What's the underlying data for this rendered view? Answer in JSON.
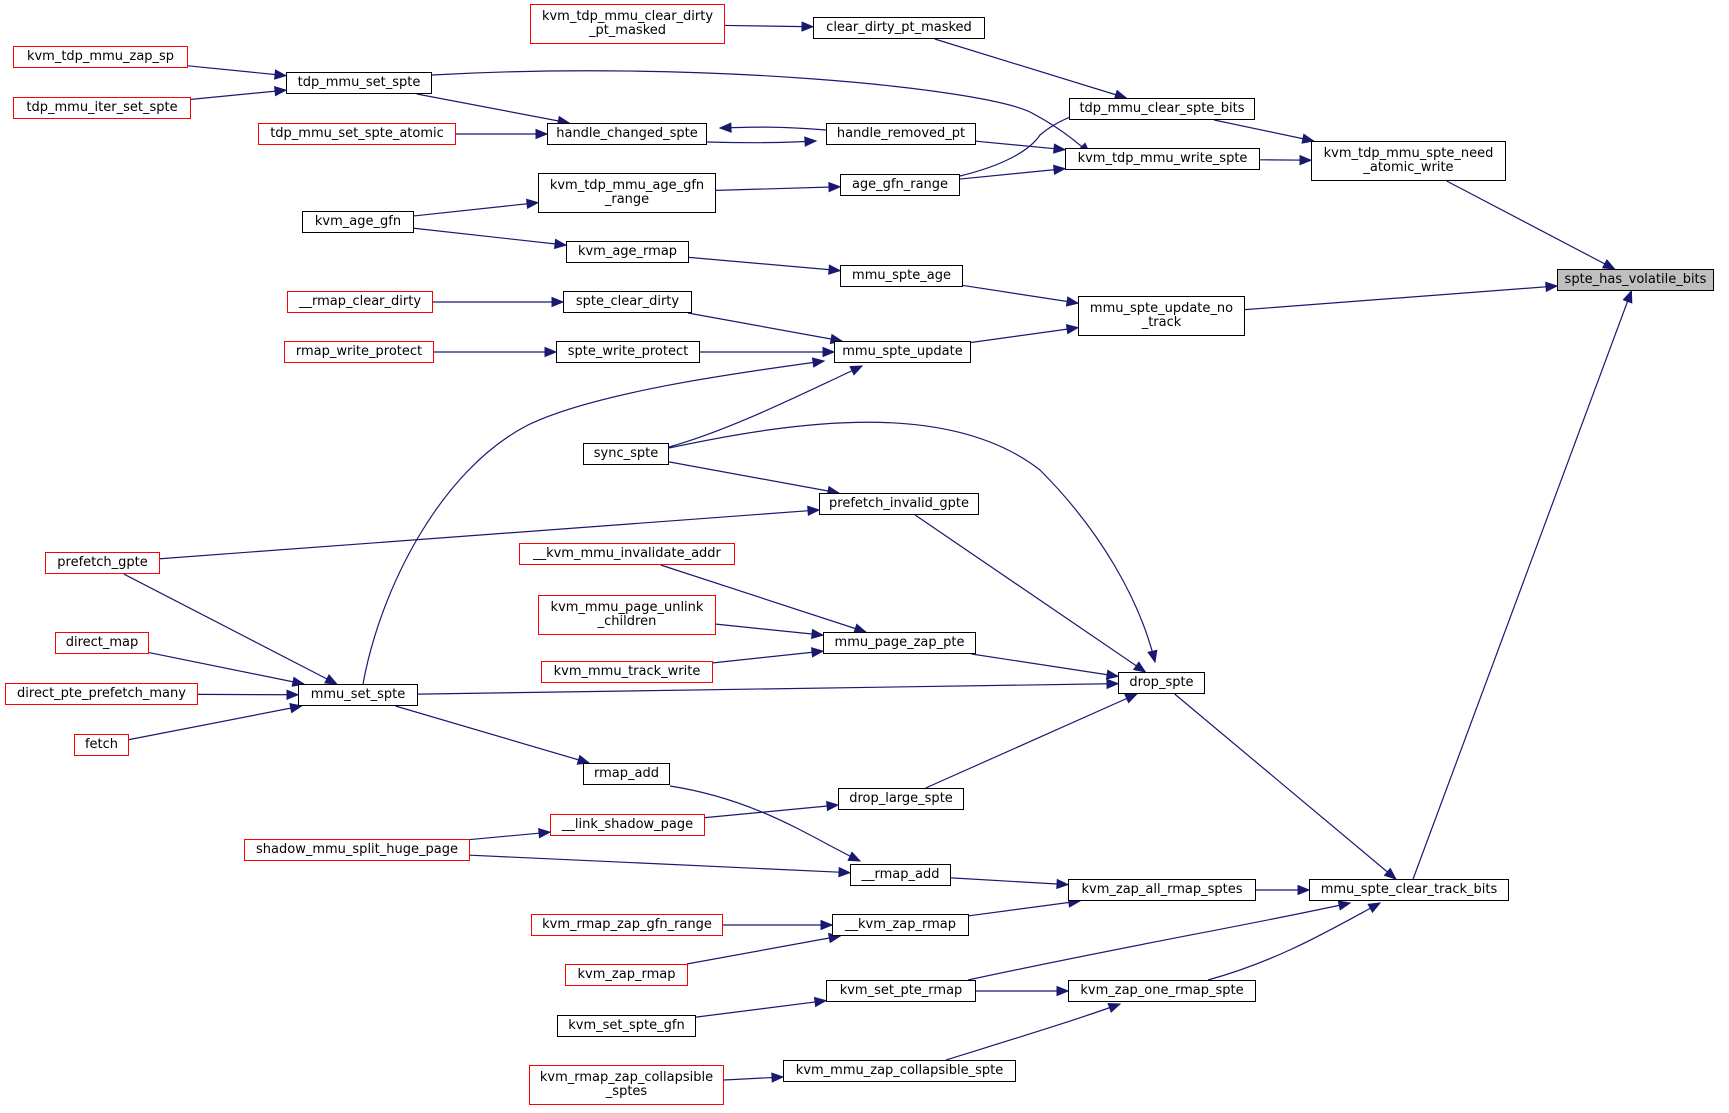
{
  "colors": {
    "edge": "#191970",
    "external_border": "#ff0000",
    "node_border": "#000000",
    "root_fill": "#bfbfbf"
  },
  "nodes": {
    "spte_has_volatile_bits": {
      "label": "spte_has_volatile_bits",
      "kind": "root"
    },
    "kvm_tdp_mmu_spte_need_atomic_write": {
      "label": "kvm_tdp_mmu_spte_need\n_atomic_write",
      "kind": "normal"
    },
    "mmu_spte_update_no_track": {
      "label": "mmu_spte_update_no\n_track",
      "kind": "normal"
    },
    "mmu_spte_clear_track_bits": {
      "label": "mmu_spte_clear_track_bits",
      "kind": "normal"
    },
    "tdp_mmu_clear_spte_bits": {
      "label": "tdp_mmu_clear_spte_bits",
      "kind": "normal"
    },
    "kvm_tdp_mmu_write_spte": {
      "label": "kvm_tdp_mmu_write_spte",
      "kind": "normal"
    },
    "clear_dirty_pt_masked": {
      "label": "clear_dirty_pt_masked",
      "kind": "normal"
    },
    "kvm_tdp_mmu_clear_dirty_pt_masked": {
      "label": "kvm_tdp_mmu_clear_dirty\n_pt_masked",
      "kind": "external"
    },
    "tdp_mmu_set_spte": {
      "label": "tdp_mmu_set_spte",
      "kind": "normal"
    },
    "kvm_tdp_mmu_zap_sp": {
      "label": "kvm_tdp_mmu_zap_sp",
      "kind": "external"
    },
    "tdp_mmu_iter_set_spte": {
      "label": "tdp_mmu_iter_set_spte",
      "kind": "external"
    },
    "handle_removed_pt": {
      "label": "handle_removed_pt",
      "kind": "normal"
    },
    "handle_changed_spte": {
      "label": "handle_changed_spte",
      "kind": "normal"
    },
    "tdp_mmu_set_spte_atomic": {
      "label": "tdp_mmu_set_spte_atomic",
      "kind": "external"
    },
    "age_gfn_range": {
      "label": "age_gfn_range",
      "kind": "normal"
    },
    "kvm_tdp_mmu_age_gfn_range": {
      "label": "kvm_tdp_mmu_age_gfn\n_range",
      "kind": "normal"
    },
    "kvm_age_gfn": {
      "label": "kvm_age_gfn",
      "kind": "normal"
    },
    "kvm_age_rmap": {
      "label": "kvm_age_rmap",
      "kind": "normal"
    },
    "mmu_spte_age": {
      "label": "mmu_spte_age",
      "kind": "normal"
    },
    "mmu_spte_update": {
      "label": "mmu_spte_update",
      "kind": "normal"
    },
    "spte_clear_dirty": {
      "label": "spte_clear_dirty",
      "kind": "normal"
    },
    "__rmap_clear_dirty": {
      "label": "__rmap_clear_dirty",
      "kind": "external"
    },
    "spte_write_protect": {
      "label": "spte_write_protect",
      "kind": "normal"
    },
    "rmap_write_protect": {
      "label": "rmap_write_protect",
      "kind": "external"
    },
    "sync_spte": {
      "label": "sync_spte",
      "kind": "normal"
    },
    "prefetch_invalid_gpte": {
      "label": "prefetch_invalid_gpte",
      "kind": "normal"
    },
    "prefetch_gpte": {
      "label": "prefetch_gpte",
      "kind": "external"
    },
    "__kvm_mmu_invalidate_addr": {
      "label": "__kvm_mmu_invalidate_addr",
      "kind": "external"
    },
    "kvm_mmu_page_unlink_children": {
      "label": "kvm_mmu_page_unlink\n_children",
      "kind": "external"
    },
    "kvm_mmu_track_write": {
      "label": "kvm_mmu_track_write",
      "kind": "external"
    },
    "mmu_page_zap_pte": {
      "label": "mmu_page_zap_pte",
      "kind": "normal"
    },
    "drop_spte": {
      "label": "drop_spte",
      "kind": "normal"
    },
    "direct_map": {
      "label": "direct_map",
      "kind": "external"
    },
    "direct_pte_prefetch_many": {
      "label": "direct_pte_prefetch_many",
      "kind": "external"
    },
    "fetch": {
      "label": "fetch",
      "kind": "external"
    },
    "mmu_set_spte": {
      "label": "mmu_set_spte",
      "kind": "normal"
    },
    "rmap_add": {
      "label": "rmap_add",
      "kind": "normal"
    },
    "drop_large_spte": {
      "label": "drop_large_spte",
      "kind": "normal"
    },
    "__link_shadow_page": {
      "label": "__link_shadow_page",
      "kind": "external"
    },
    "shadow_mmu_split_huge_page": {
      "label": "shadow_mmu_split_huge_page",
      "kind": "external"
    },
    "__rmap_add": {
      "label": "__rmap_add",
      "kind": "normal"
    },
    "kvm_zap_all_rmap_sptes": {
      "label": "kvm_zap_all_rmap_sptes",
      "kind": "normal"
    },
    "kvm_rmap_zap_gfn_range": {
      "label": "kvm_rmap_zap_gfn_range",
      "kind": "external"
    },
    "__kvm_zap_rmap": {
      "label": "__kvm_zap_rmap",
      "kind": "normal"
    },
    "kvm_zap_rmap": {
      "label": "kvm_zap_rmap",
      "kind": "external"
    },
    "kvm_set_pte_rmap": {
      "label": "kvm_set_pte_rmap",
      "kind": "normal"
    },
    "kvm_zap_one_rmap_spte": {
      "label": "kvm_zap_one_rmap_spte",
      "kind": "normal"
    },
    "kvm_set_spte_gfn": {
      "label": "kvm_set_spte_gfn",
      "kind": "normal"
    },
    "kvm_mmu_zap_collapsible_spte": {
      "label": "kvm_mmu_zap_collapsible_spte",
      "kind": "normal"
    },
    "kvm_rmap_zap_collapsible_sptes": {
      "label": "kvm_rmap_zap_collapsible\n_sptes",
      "kind": "external"
    }
  },
  "edges": [
    [
      "kvm_tdp_mmu_spte_need_atomic_write",
      "spte_has_volatile_bits"
    ],
    [
      "mmu_spte_update_no_track",
      "spte_has_volatile_bits"
    ],
    [
      "mmu_spte_clear_track_bits",
      "spte_has_volatile_bits"
    ],
    [
      "tdp_mmu_clear_spte_bits",
      "kvm_tdp_mmu_spte_need_atomic_write"
    ],
    [
      "kvm_tdp_mmu_write_spte",
      "kvm_tdp_mmu_spte_need_atomic_write"
    ],
    [
      "clear_dirty_pt_masked",
      "tdp_mmu_clear_spte_bits"
    ],
    [
      "kvm_tdp_mmu_clear_dirty_pt_masked",
      "clear_dirty_pt_masked"
    ],
    [
      "tdp_mmu_set_spte",
      "kvm_tdp_mmu_write_spte"
    ],
    [
      "kvm_tdp_mmu_zap_sp",
      "tdp_mmu_set_spte"
    ],
    [
      "tdp_mmu_iter_set_spte",
      "tdp_mmu_set_spte"
    ],
    [
      "handle_removed_pt",
      "kvm_tdp_mmu_write_spte"
    ],
    [
      "age_gfn_range",
      "tdp_mmu_clear_spte_bits"
    ],
    [
      "age_gfn_range",
      "kvm_tdp_mmu_write_spte"
    ],
    [
      "tdp_mmu_set_spte",
      "handle_changed_spte"
    ],
    [
      "tdp_mmu_set_spte_atomic",
      "handle_changed_spte"
    ],
    [
      "handle_removed_pt",
      "handle_changed_spte"
    ],
    [
      "handle_changed_spte",
      "handle_removed_pt"
    ],
    [
      "kvm_tdp_mmu_age_gfn_range",
      "age_gfn_range"
    ],
    [
      "kvm_age_gfn",
      "kvm_tdp_mmu_age_gfn_range"
    ],
    [
      "kvm_age_gfn",
      "kvm_age_rmap"
    ],
    [
      "kvm_age_rmap",
      "mmu_spte_age"
    ],
    [
      "mmu_spte_age",
      "mmu_spte_update_no_track"
    ],
    [
      "mmu_spte_update",
      "mmu_spte_update_no_track"
    ],
    [
      "__rmap_clear_dirty",
      "spte_clear_dirty"
    ],
    [
      "spte_clear_dirty",
      "mmu_spte_update"
    ],
    [
      "rmap_write_protect",
      "spte_write_protect"
    ],
    [
      "spte_write_protect",
      "mmu_spte_update"
    ],
    [
      "sync_spte",
      "mmu_spte_update"
    ],
    [
      "mmu_set_spte",
      "mmu_spte_update"
    ],
    [
      "sync_spte",
      "prefetch_invalid_gpte"
    ],
    [
      "prefetch_gpte",
      "prefetch_invalid_gpte"
    ],
    [
      "sync_spte",
      "drop_spte"
    ],
    [
      "prefetch_invalid_gpte",
      "drop_spte"
    ],
    [
      "__kvm_mmu_invalidate_addr",
      "mmu_page_zap_pte"
    ],
    [
      "kvm_mmu_page_unlink_children",
      "mmu_page_zap_pte"
    ],
    [
      "kvm_mmu_track_write",
      "mmu_page_zap_pte"
    ],
    [
      "mmu_page_zap_pte",
      "drop_spte"
    ],
    [
      "mmu_set_spte",
      "drop_spte"
    ],
    [
      "drop_large_spte",
      "drop_spte"
    ],
    [
      "drop_spte",
      "mmu_spte_clear_track_bits"
    ],
    [
      "prefetch_gpte",
      "mmu_set_spte"
    ],
    [
      "direct_map",
      "mmu_set_spte"
    ],
    [
      "direct_pte_prefetch_many",
      "mmu_set_spte"
    ],
    [
      "fetch",
      "mmu_set_spte"
    ],
    [
      "mmu_set_spte",
      "rmap_add"
    ],
    [
      "rmap_add",
      "__rmap_add"
    ],
    [
      "__link_shadow_page",
      "drop_large_spte"
    ],
    [
      "shadow_mmu_split_huge_page",
      "__link_shadow_page"
    ],
    [
      "shadow_mmu_split_huge_page",
      "__rmap_add"
    ],
    [
      "__rmap_add",
      "kvm_zap_all_rmap_sptes"
    ],
    [
      "__kvm_zap_rmap",
      "kvm_zap_all_rmap_sptes"
    ],
    [
      "kvm_zap_all_rmap_sptes",
      "mmu_spte_clear_track_bits"
    ],
    [
      "kvm_rmap_zap_gfn_range",
      "__kvm_zap_rmap"
    ],
    [
      "kvm_zap_rmap",
      "__kvm_zap_rmap"
    ],
    [
      "kvm_set_pte_rmap",
      "mmu_spte_clear_track_bits"
    ],
    [
      "kvm_set_pte_rmap",
      "kvm_zap_one_rmap_spte"
    ],
    [
      "kvm_zap_one_rmap_spte",
      "mmu_spte_clear_track_bits"
    ],
    [
      "kvm_set_spte_gfn",
      "kvm_set_pte_rmap"
    ],
    [
      "kvm_mmu_zap_collapsible_spte",
      "kvm_zap_one_rmap_spte"
    ],
    [
      "kvm_rmap_zap_collapsible_sptes",
      "kvm_mmu_zap_collapsible_spte"
    ]
  ]
}
